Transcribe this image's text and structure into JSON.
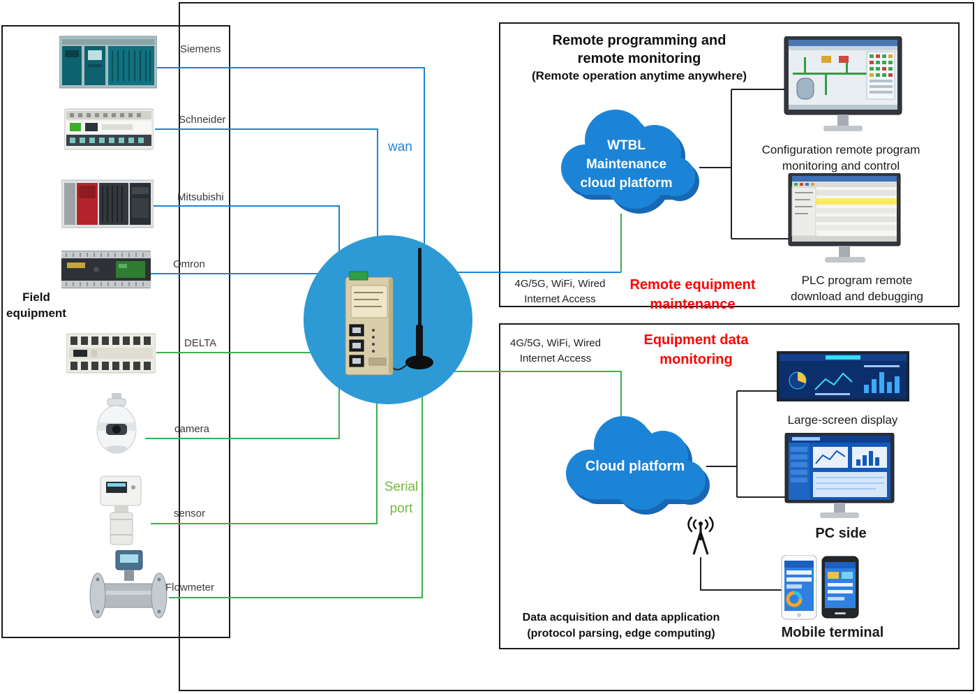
{
  "colors": {
    "line_blue": "#1e82d2",
    "line_green": "#3cb04a",
    "serial_text_green": "#76b93f",
    "highlight_red": "#ff0000",
    "cloud_blue": "#1c84d6",
    "cloud_shadow_blue": "#1668b5",
    "gateway_circle_blue": "#2d9ad6",
    "border_black": "#1a1a1a"
  },
  "icons": [
    "siemens-plc-icon",
    "schneider-plc-icon",
    "mitsubishi-plc-icon",
    "omron-plc-icon",
    "delta-plc-icon",
    "camera-icon",
    "sensor-icon",
    "flowmeter-icon",
    "gateway-router-icon",
    "antenna-signal-icon",
    "cloud-icon",
    "scada-monitor-icon",
    "plc-software-monitor-icon",
    "large-screen-icon",
    "pc-monitor-icon",
    "mobile-phones-icon"
  ],
  "field_equipment": {
    "title_line1": "Field",
    "title_line2": "equipment",
    "devices": [
      {
        "label": "Siemens",
        "icon": "siemens-plc-icon"
      },
      {
        "label": "Schneider",
        "icon": "schneider-plc-icon"
      },
      {
        "label": "Mitsubishi",
        "icon": "mitsubishi-plc-icon"
      },
      {
        "label": "Omron",
        "icon": "omron-plc-icon"
      },
      {
        "label": "DELTA",
        "icon": "delta-plc-icon"
      },
      {
        "label": "camera",
        "icon": "camera-icon"
      },
      {
        "label": "sensor",
        "icon": "sensor-icon"
      },
      {
        "label": "Flowmeter",
        "icon": "flowmeter-icon"
      }
    ]
  },
  "gateway": {
    "wan_label": "wan",
    "serial_label_line1": "Serial",
    "serial_label_line2": "port"
  },
  "remote_box": {
    "title_line1": "Remote programming and",
    "title_line2": "remote monitoring",
    "title_line3": "(Remote operation anytime anywhere)",
    "cloud_line1": "WTBL",
    "cloud_line2": "Maintenance",
    "cloud_line3": "cloud platform",
    "access_line1": "4G/5G, WiFi, Wired",
    "access_line2": "Internet Access",
    "highlight_line1": "Remote equipment",
    "highlight_line2": "maintenance",
    "monitor1_caption_line1": "Configuration remote program",
    "monitor1_caption_line2": "monitoring and control",
    "monitor2_caption_line1": "PLC program remote",
    "monitor2_caption_line2": "download and debugging"
  },
  "data_box": {
    "access_line1": "4G/5G, WiFi, Wired",
    "access_line2": "Internet Access",
    "highlight_line1": "Equipment data",
    "highlight_line2": "monitoring",
    "cloud_label": "Cloud platform",
    "large_screen_caption": "Large-screen display",
    "pc_caption": "PC side",
    "mobile_caption": "Mobile terminal",
    "bottom_line1": "Data acquisition and data application",
    "bottom_line2": "(protocol parsing, edge computing)"
  }
}
